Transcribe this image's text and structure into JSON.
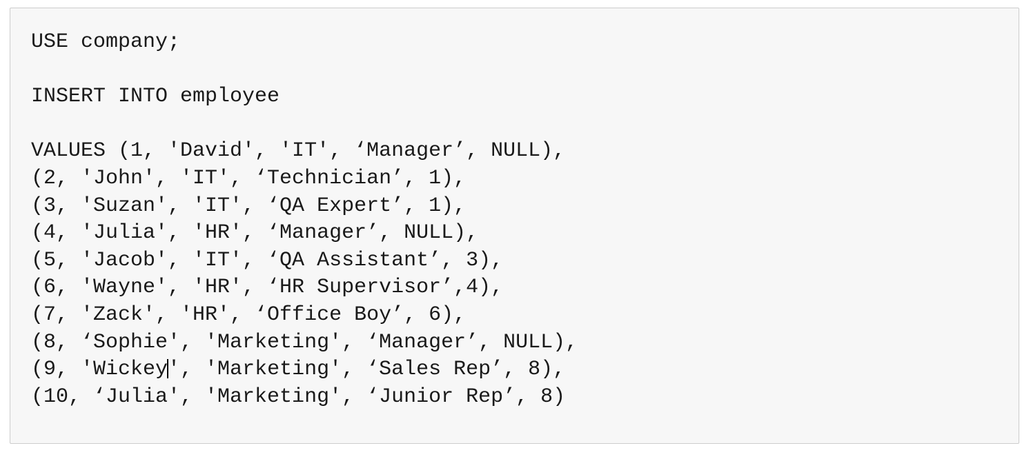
{
  "editor": {
    "language": "sql",
    "background_color": "#f7f7f7",
    "border_color": "#cccccc",
    "text_color": "#1a1a1a",
    "caret_color": "#000000",
    "lines": [
      {
        "id": "line-1",
        "text": "USE company;"
      },
      {
        "id": "line-2",
        "text": ""
      },
      {
        "id": "line-3",
        "text": "INSERT INTO employee"
      },
      {
        "id": "line-4",
        "text": ""
      },
      {
        "id": "line-5",
        "text": "VALUES (1, 'David', 'IT', ‘Manager’, NULL),"
      },
      {
        "id": "line-6",
        "text": "(2, 'John', 'IT', ‘Technician’, 1),"
      },
      {
        "id": "line-7",
        "text": "(3, 'Suzan', 'IT', ‘QA Expert’, 1),"
      },
      {
        "id": "line-8",
        "text": "(4, 'Julia', 'HR', ‘Manager’, NULL),"
      },
      {
        "id": "line-9",
        "text": "(5, 'Jacob', 'IT', ‘QA Assistant’, 3),"
      },
      {
        "id": "line-10",
        "text": "(6, 'Wayne', 'HR', ‘HR Supervisor’,4),"
      },
      {
        "id": "line-11",
        "text": "(7, 'Zack', 'HR', ‘Office Boy’, 6),"
      },
      {
        "id": "line-12",
        "text": "(8, ‘Sophie', 'Marketing', ‘Manager’, NULL),"
      },
      {
        "id": "line-13a",
        "text": "(9, 'Wickey"
      },
      {
        "id": "line-13b",
        "text": "', 'Marketing', ‘Sales Rep’, 8),"
      },
      {
        "id": "line-14",
        "text": "(10, ‘Julia', 'Marketing', ‘Junior Rep’, 8)"
      }
    ],
    "statements": {
      "use_database": "company",
      "insert_table": "employee",
      "columns_implied": [
        "id",
        "name",
        "department",
        "role",
        "manager_id"
      ],
      "rows": [
        {
          "id": 1,
          "name": "David",
          "department": "IT",
          "role": "Manager",
          "manager_id": "NULL"
        },
        {
          "id": 2,
          "name": "John",
          "department": "IT",
          "role": "Technician",
          "manager_id": "1"
        },
        {
          "id": 3,
          "name": "Suzan",
          "department": "IT",
          "role": "QA Expert",
          "manager_id": "1"
        },
        {
          "id": 4,
          "name": "Julia",
          "department": "HR",
          "role": "Manager",
          "manager_id": "NULL"
        },
        {
          "id": 5,
          "name": "Jacob",
          "department": "IT",
          "role": "QA Assistant",
          "manager_id": "3"
        },
        {
          "id": 6,
          "name": "Wayne",
          "department": "HR",
          "role": "HR Supervisor",
          "manager_id": "4"
        },
        {
          "id": 7,
          "name": "Zack",
          "department": "HR",
          "role": "Office Boy",
          "manager_id": "6"
        },
        {
          "id": 8,
          "name": "Sophie",
          "department": "Marketing",
          "role": "Manager",
          "manager_id": "NULL"
        },
        {
          "id": 9,
          "name": "Wickey",
          "department": "Marketing",
          "role": "Sales Rep",
          "manager_id": "8"
        },
        {
          "id": 10,
          "name": "Julia",
          "department": "Marketing",
          "role": "Junior Rep",
          "manager_id": "8"
        }
      ]
    },
    "caret": {
      "visible": true,
      "line_id": "line-13a",
      "after_text": "Wickey"
    }
  }
}
